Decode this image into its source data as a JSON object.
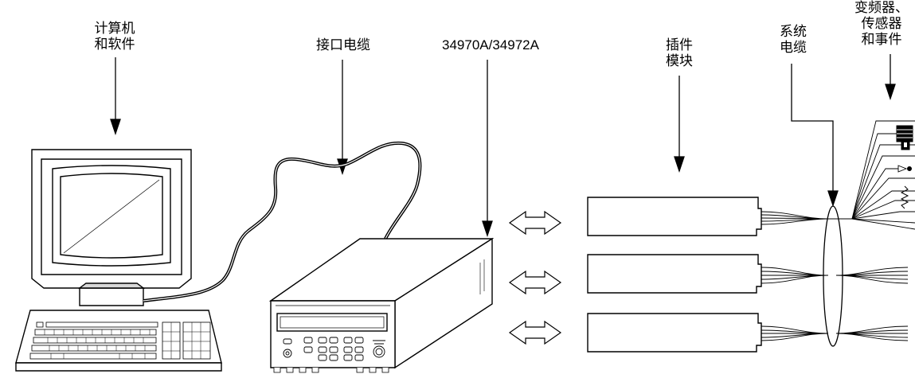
{
  "labels": {
    "computer": [
      "计算机",
      "和软件"
    ],
    "cable": "接口电缆",
    "instrument": "34970A/34972A",
    "modules": [
      "插件",
      "模块"
    ],
    "system_cable": [
      "系统",
      "电缆"
    ],
    "transducers": [
      "变频器、",
      "传感器",
      "和事件"
    ]
  }
}
